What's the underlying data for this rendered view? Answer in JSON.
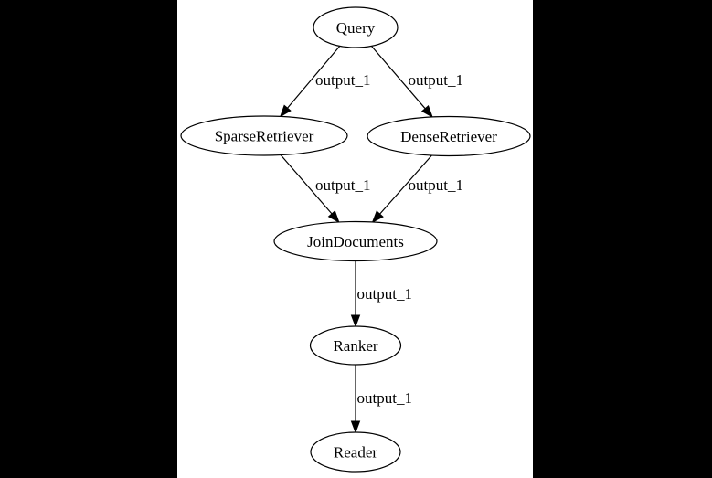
{
  "page": {
    "background_color": "#000000",
    "canvas_color": "#ffffff",
    "stroke_color": "#000000"
  },
  "diagram": {
    "type": "directed-graph",
    "nodes": [
      {
        "id": "query",
        "label": "Query"
      },
      {
        "id": "sparse_retriever",
        "label": "SparseRetriever"
      },
      {
        "id": "dense_retriever",
        "label": "DenseRetriever"
      },
      {
        "id": "join_documents",
        "label": "JoinDocuments"
      },
      {
        "id": "ranker",
        "label": "Ranker"
      },
      {
        "id": "reader",
        "label": "Reader"
      }
    ],
    "edges": [
      {
        "from": "query",
        "to": "sparse_retriever",
        "label": "output_1"
      },
      {
        "from": "query",
        "to": "dense_retriever",
        "label": "output_1"
      },
      {
        "from": "sparse_retriever",
        "to": "join_documents",
        "label": "output_1"
      },
      {
        "from": "dense_retriever",
        "to": "join_documents",
        "label": "output_1"
      },
      {
        "from": "join_documents",
        "to": "ranker",
        "label": "output_1"
      },
      {
        "from": "ranker",
        "to": "reader",
        "label": "output_1"
      }
    ]
  }
}
